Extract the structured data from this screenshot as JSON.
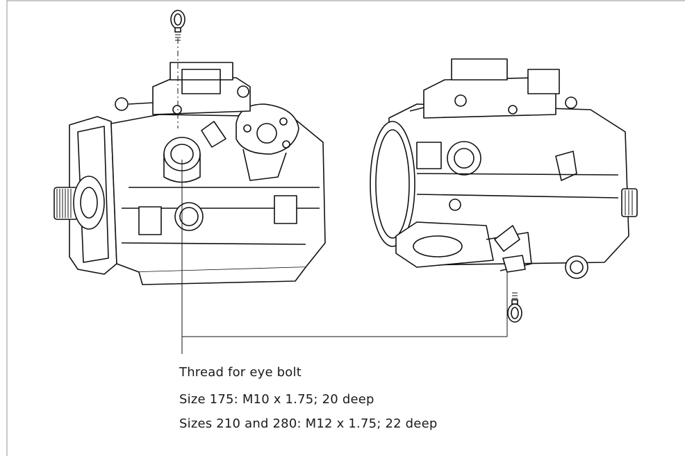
{
  "caption": {
    "title": "Thread for eye bolt",
    "line1": "Size 175: M10 x 1.75; 20 deep",
    "line2": "Sizes 210 and 280: M12 x 1.75; 22 deep"
  }
}
